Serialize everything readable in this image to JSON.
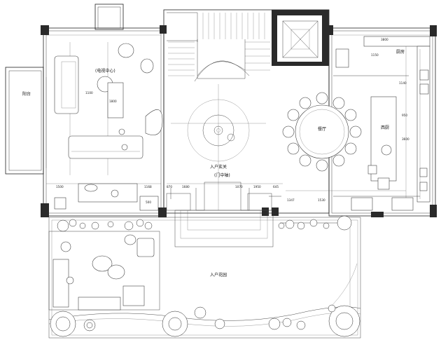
{
  "rooms": {
    "balcony": "阳台",
    "tv_area": "(电视中心)",
    "entrance_hall": "入户玄关",
    "entrance_sub": "(门中轴)",
    "dining": "餐厅",
    "western_kitchen": "西厨",
    "kitchen": "厨房",
    "courtyard": "入户花园"
  },
  "dims": {
    "d_1100": "1100",
    "d_1800": "1800",
    "d_1500": "1500",
    "d_1168": "1168",
    "d_1680": "1680",
    "d_1070": "1070",
    "d_1950": "1950",
    "d_1347": "1347",
    "d_1530": "1530",
    "d_500": "500",
    "d_870": "870",
    "d_645": "645",
    "d_3600": "3600",
    "d_950": "950",
    "d_1140": "1140",
    "d_1150": "1150",
    "d_3800": "3800"
  }
}
